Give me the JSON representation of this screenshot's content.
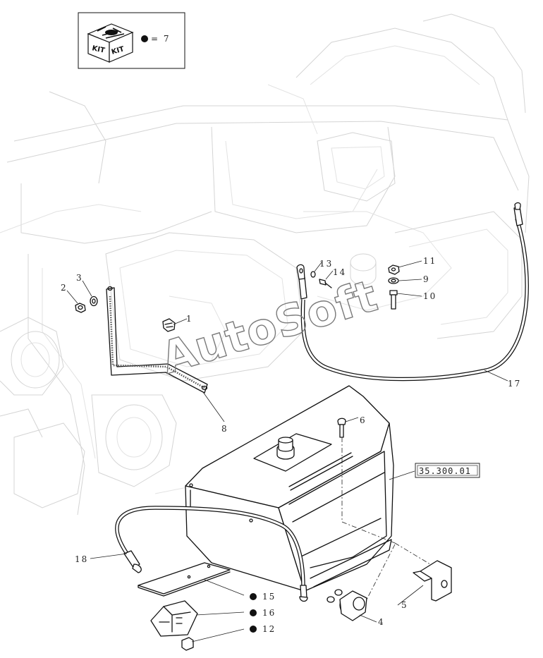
{
  "kit_box": {
    "kit_text_left": "KIT",
    "kit_text_right": "KIT",
    "note": "= 7"
  },
  "watermark": "AutoSoft",
  "reference": "35.300.01",
  "callouts": {
    "c1": "1",
    "c2": "2",
    "c3": "3",
    "c4": "4",
    "c5": "5",
    "c6": "6",
    "c8": "8",
    "c9": "9",
    "c10": "10",
    "c11": "11",
    "c12": "12",
    "c13": "13",
    "c14": "14",
    "c15": "15",
    "c16": "16",
    "c17": "17",
    "c18": "18"
  }
}
